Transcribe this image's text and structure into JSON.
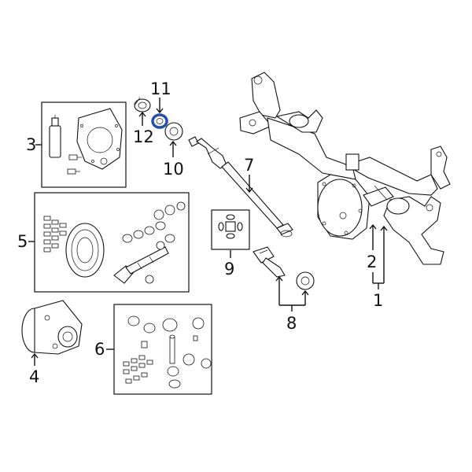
{
  "callouts": {
    "c1": "1",
    "c2": "2",
    "c3": "3",
    "c4": "4",
    "c5": "5",
    "c6": "6",
    "c7": "7",
    "c8": "8",
    "c9": "9",
    "c10": "10",
    "c11": "11",
    "c12": "12"
  },
  "colors": {
    "line": "#111111",
    "highlight_seal": "#1f4fb0",
    "background": "#ffffff"
  }
}
